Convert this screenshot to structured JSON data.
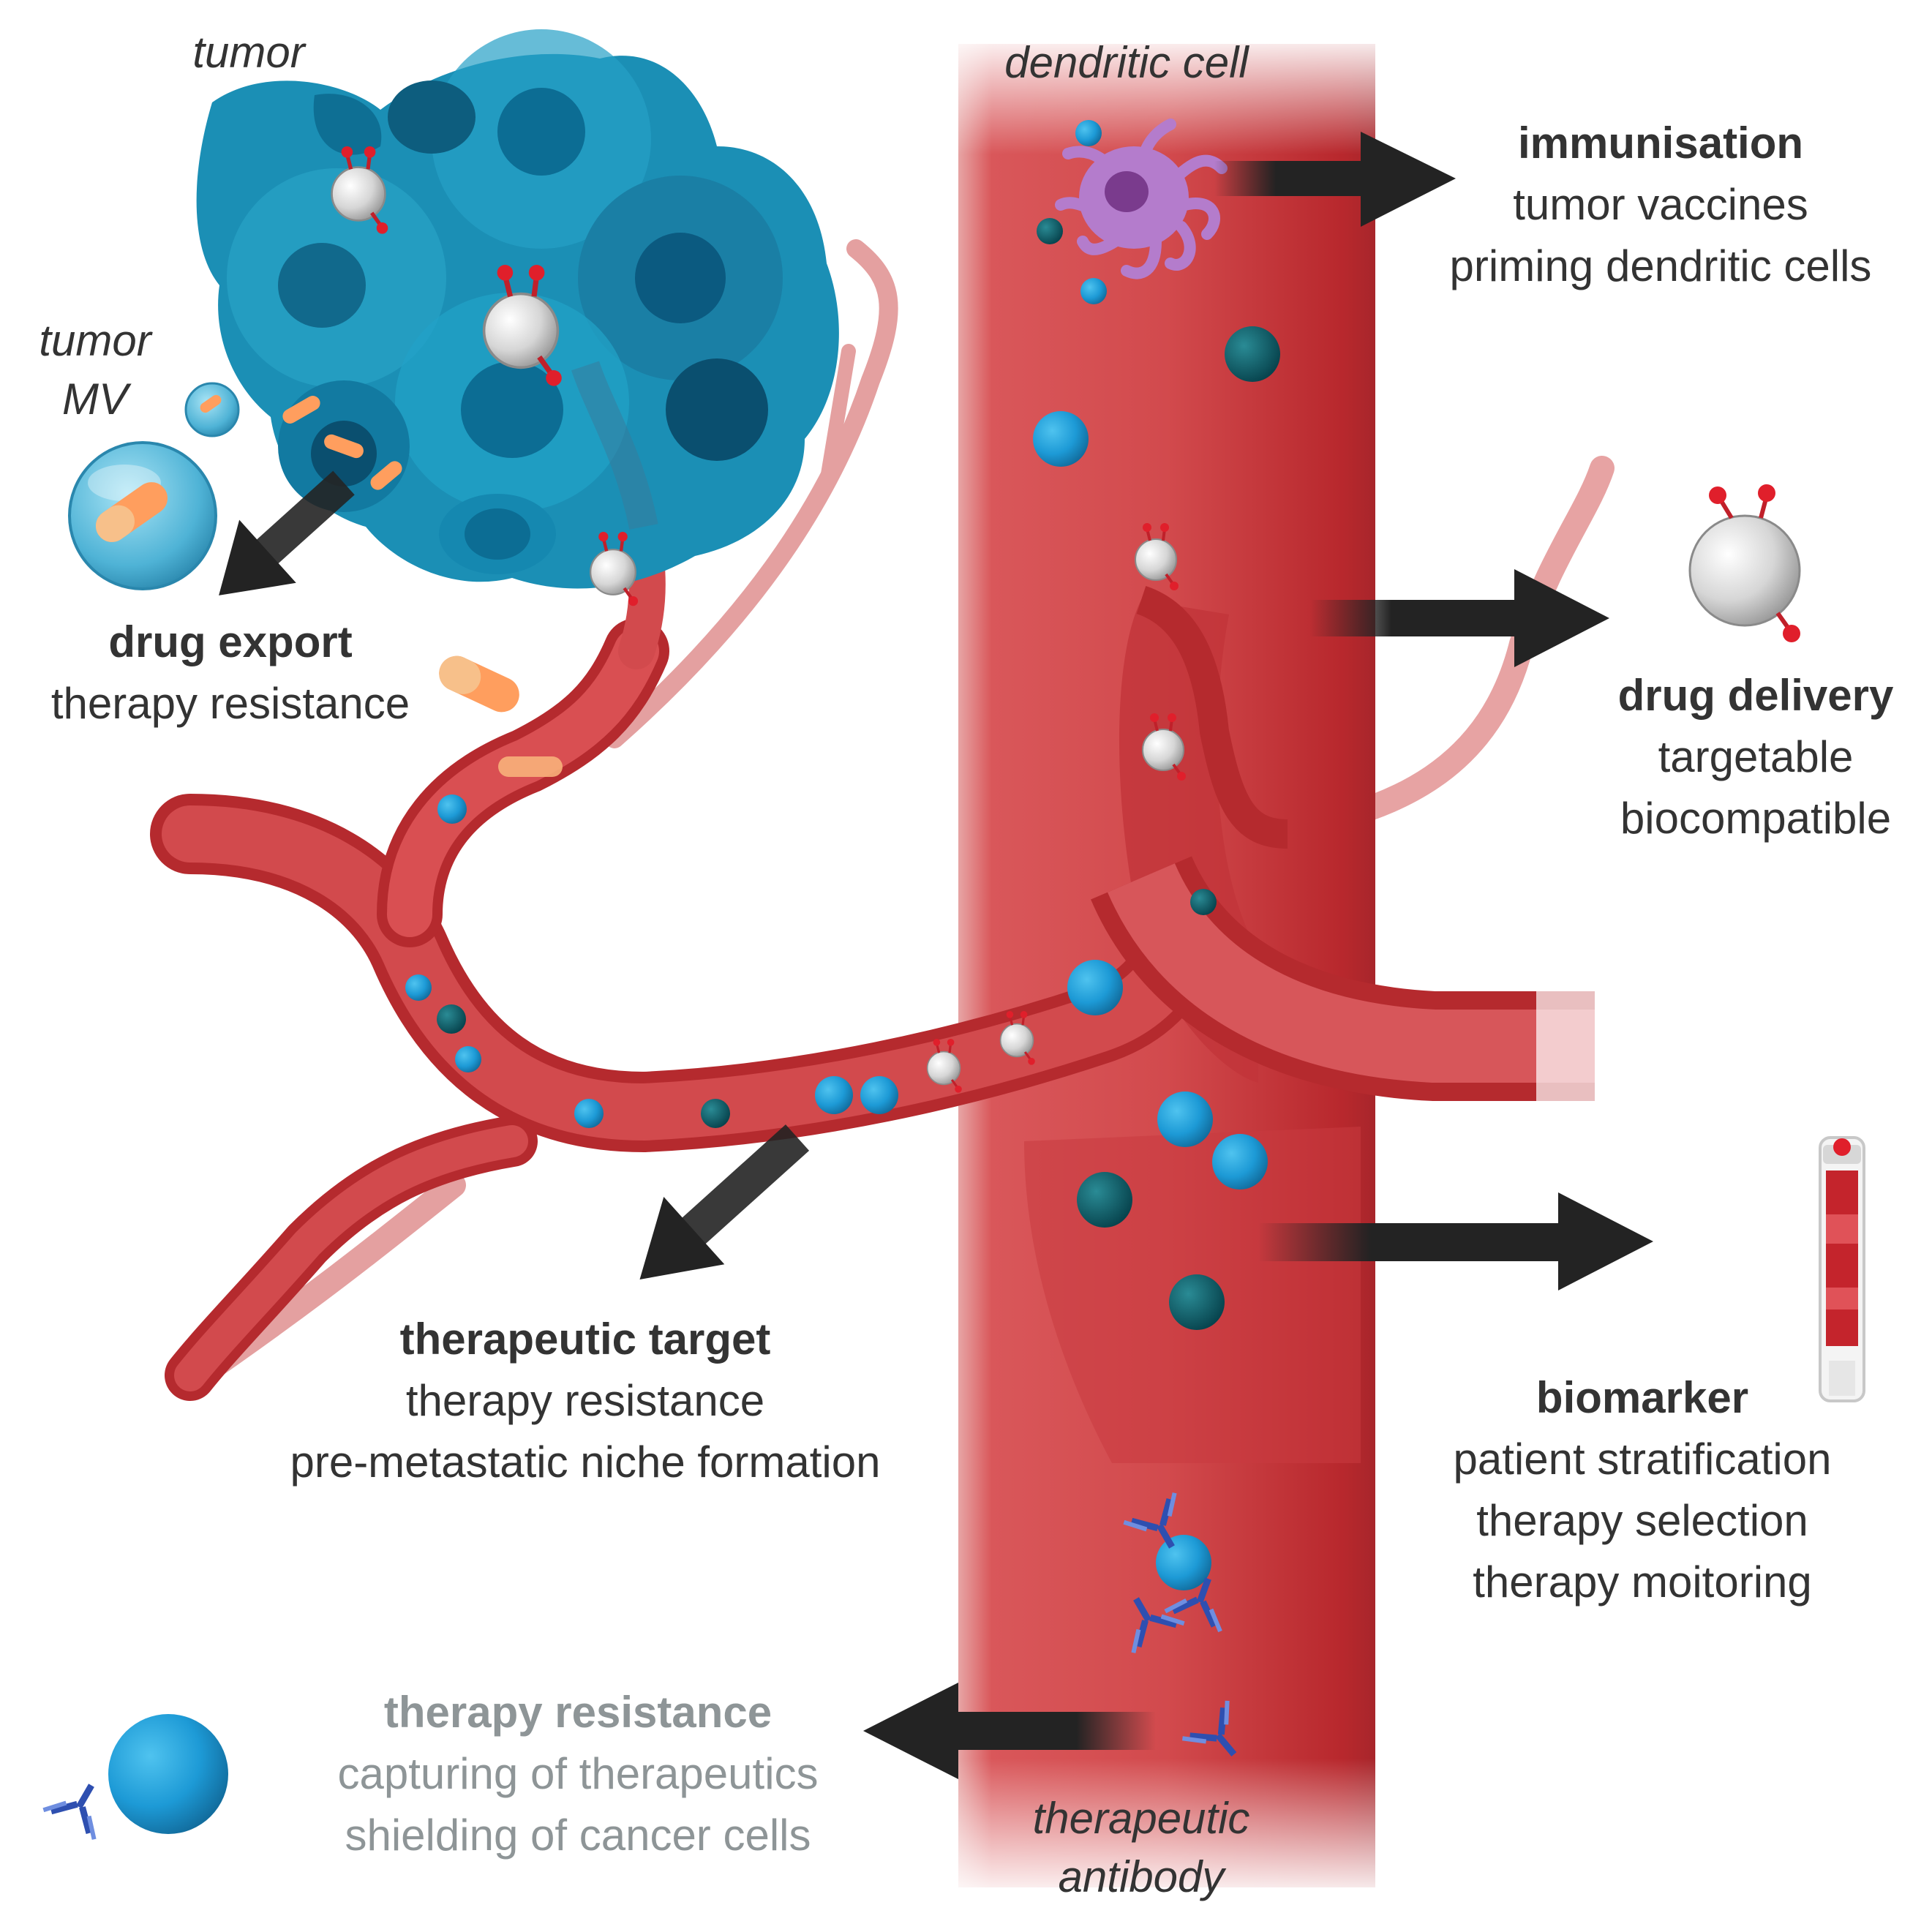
{
  "labels": {
    "tumor": "tumor",
    "tumor_mv_1": "tumor",
    "tumor_mv_2": "MV",
    "dendritic_cell": "dendritic cell",
    "therapeutic_antibody_1": "therapeutic",
    "therapeutic_antibody_2": "antibody"
  },
  "blocks": {
    "drug_export": {
      "title": "drug export",
      "lines": [
        "therapy resistance"
      ]
    },
    "immunisation": {
      "title": "immunisation",
      "lines": [
        "tumor vaccines",
        "priming dendritic cells"
      ]
    },
    "drug_delivery": {
      "title": "drug delivery",
      "lines": [
        "targetable",
        "biocompatible"
      ]
    },
    "therapeutic_target": {
      "title": "therapeutic target",
      "lines": [
        "therapy resistance",
        "pre-metastatic niche formation"
      ]
    },
    "biomarker": {
      "title": "biomarker",
      "lines": [
        "patient stratification",
        "therapy selection",
        "therapy moitoring"
      ]
    },
    "therapy_resistance": {
      "title": "therapy resistance",
      "lines": [
        "capturing of therapeutics",
        "shielding of cancer cells"
      ]
    }
  },
  "colors": {
    "vessel": "#d24a4d",
    "vessel_dark": "#b52a2e",
    "vessel_light": "#e9a7a6",
    "tumor": "#1d8eb3",
    "tumor_dark": "#0d5d7e",
    "vesicle_blue": "#1d9ad6",
    "vesicle_teal": "#0c5f6b",
    "arrow": "#232323",
    "dendritic": "#b47ccc",
    "antibody": "#2e4fb0"
  },
  "icons": [
    "tumor-cells-icon",
    "dendritic-cell-icon",
    "nanoparticle-icon",
    "pill-icon",
    "blood-tube-icon",
    "antibody-icon",
    "extracellular-vesicle-icon"
  ]
}
